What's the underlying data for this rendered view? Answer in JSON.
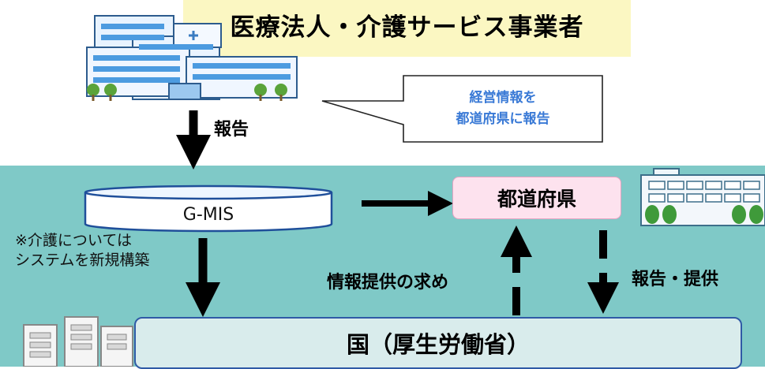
{
  "header": {
    "title": "医療法人・介護サービス事業者"
  },
  "callout": {
    "line1": "経営情報を",
    "line2": "都道府県に報告"
  },
  "arrows": {
    "report_label": "報告",
    "request_label": "情報提供の求め",
    "provide_label": "報告・提供"
  },
  "gmis": {
    "label": "G-MIS"
  },
  "prefecture": {
    "label": "都道府県"
  },
  "nation": {
    "label": "国（厚生労働省）"
  },
  "note": {
    "line1": "※介護については",
    "line2": "システムを新規構築"
  },
  "colors": {
    "banner": "#fbf7c2",
    "panel": "#7fc9c7",
    "callout_text": "#3a7ad6",
    "prefecture_fill": "#fde2ee",
    "nation_fill": "#d9ecec",
    "nation_border": "#2f5aa6"
  },
  "icons": [
    "hospital-icon",
    "prefecture-office-icon",
    "government-building-icon"
  ]
}
